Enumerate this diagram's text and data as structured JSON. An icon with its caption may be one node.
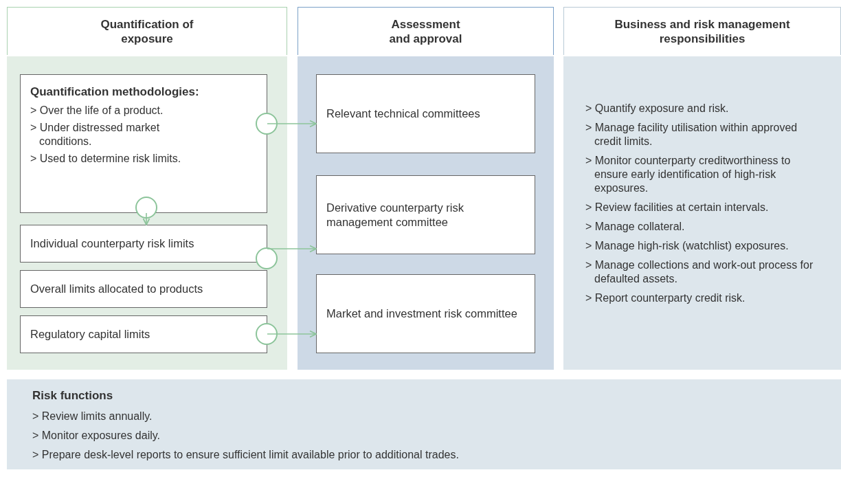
{
  "diagram": {
    "nodes": [
      {
        "text": [
          "Quantification of exposure"
        ]
      },
      {
        "text": [
          "Quantification methodologies:",
          "> Over the life of a product.",
          "> Under distressed market conditions.",
          "> Used to determine risk limits."
        ],
        "in": 0
      },
      {
        "text": [
          "Individual counterparty risk limits"
        ],
        "in": 0
      },
      {
        "text": [
          "Overall limits allocated to products"
        ],
        "in": 0
      },
      {
        "text": [
          "Regulatory capital limits"
        ],
        "in": 0
      },
      {
        "text": [
          "Assessment and approval"
        ]
      },
      {
        "text": [
          "Relevant technical committees"
        ],
        "in": 5
      },
      {
        "text": [
          "Derivative counterparty risk management committee"
        ],
        "in": 5
      },
      {
        "text": [
          "Market and investment risk committee"
        ],
        "in": 5
      },
      {
        "text": [
          "Business and risk management responsibilities",
          "> Quantify exposure and risk.",
          "> Manage facility utilisation within approved credit limits.",
          "> Monitor counterparty creditworthiness to ensure early identification of high-risk exposures.",
          "> Review facilities at certain intervals.",
          "> Manage collateral.",
          "> Manage high-risk (watchlist) exposures.",
          "> Manage collections and work-out process for defaulted assets.",
          "> Report counterparty credit risk."
        ]
      },
      {
        "text": [
          "Risk functions",
          "> Review limits annually.",
          "> Monitor exposures daily.",
          "> Prepare desk-level reports to ensure sufficient limit available prior to additional trades."
        ]
      }
    ],
    "edges": [
      {
        "from": 1,
        "to": 6,
        "arrow": "to"
      },
      {
        "from": 1,
        "to": 2,
        "arrow": "to"
      },
      {
        "from": 2,
        "to": 7,
        "arrow": "to"
      },
      {
        "from": 4,
        "to": 8,
        "arrow": "to"
      }
    ]
  }
}
